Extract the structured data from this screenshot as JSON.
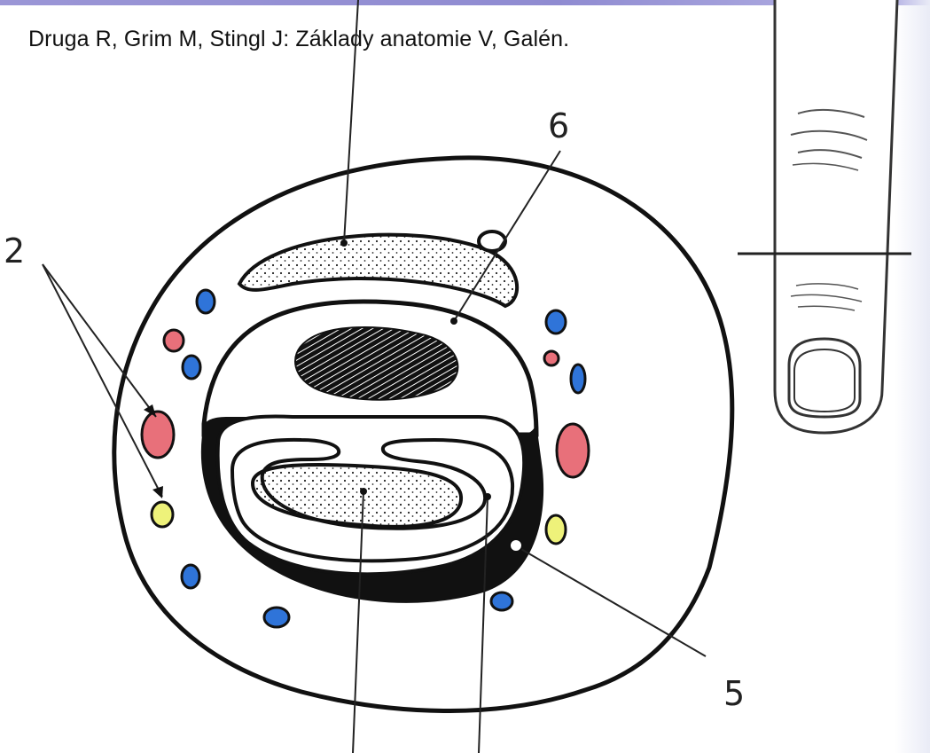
{
  "citation": "Druga R, Grim M, Stingl J: Základy anatomie V, Galén.",
  "labels": {
    "two": "2",
    "five": "5",
    "six": "6"
  },
  "colors": {
    "artery": "#e8707a",
    "vein": "#2f74d9",
    "nerve": "#eef27a",
    "outline": "#111111",
    "top_bar": "#9b96d6"
  }
}
